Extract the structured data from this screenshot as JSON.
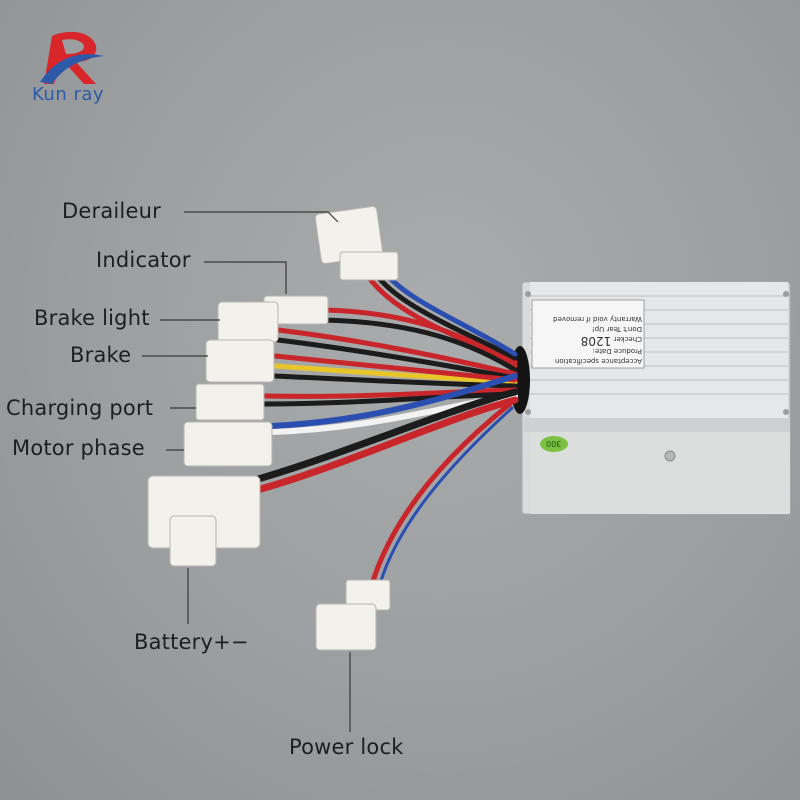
{
  "brand": {
    "name": "Kun ray",
    "accent_red": "#d8262b",
    "accent_blue": "#2c5aa8"
  },
  "callouts": {
    "derailleur": "Deraileur",
    "indicator": "Indicator",
    "brake_light": "Brake light",
    "brake": "Brake",
    "charging_port": "Charging port",
    "motor_phase": "Motor phase",
    "battery": "Battery+−",
    "power_lock": "Power lock"
  },
  "controller_label": {
    "line1": "Acceptance specification",
    "line2": "Produce Date:",
    "line3": "Checker",
    "line4": "Don't Tear Up!",
    "line5": "Warranty void if removed",
    "code": "1208",
    "sticker": "300"
  },
  "wire_colors": {
    "red": "#c8262b",
    "black": "#1c1c1c",
    "blue": "#2a4fb0",
    "white": "#f2f2f2",
    "yellow": "#e8c62a"
  }
}
